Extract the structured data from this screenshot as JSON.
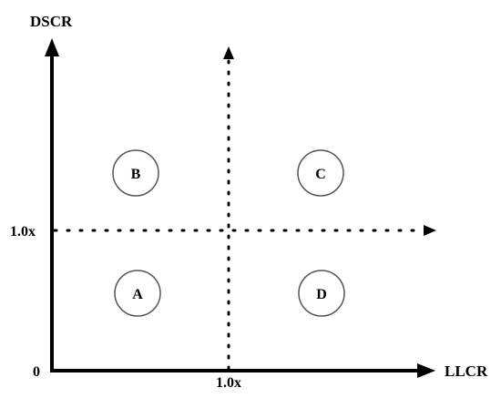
{
  "diagram": {
    "y_axis_label": "DSCR",
    "x_axis_label": "LLCR",
    "origin_label": "0",
    "y_threshold_label": "1.0x",
    "x_threshold_label": "1.0x",
    "quadrants": {
      "top_left": "B",
      "top_right": "C",
      "bottom_left": "A",
      "bottom_right": "D"
    }
  },
  "colors": {
    "axis": "#000000",
    "circle_stroke": "#555555",
    "background": "#ffffff"
  }
}
